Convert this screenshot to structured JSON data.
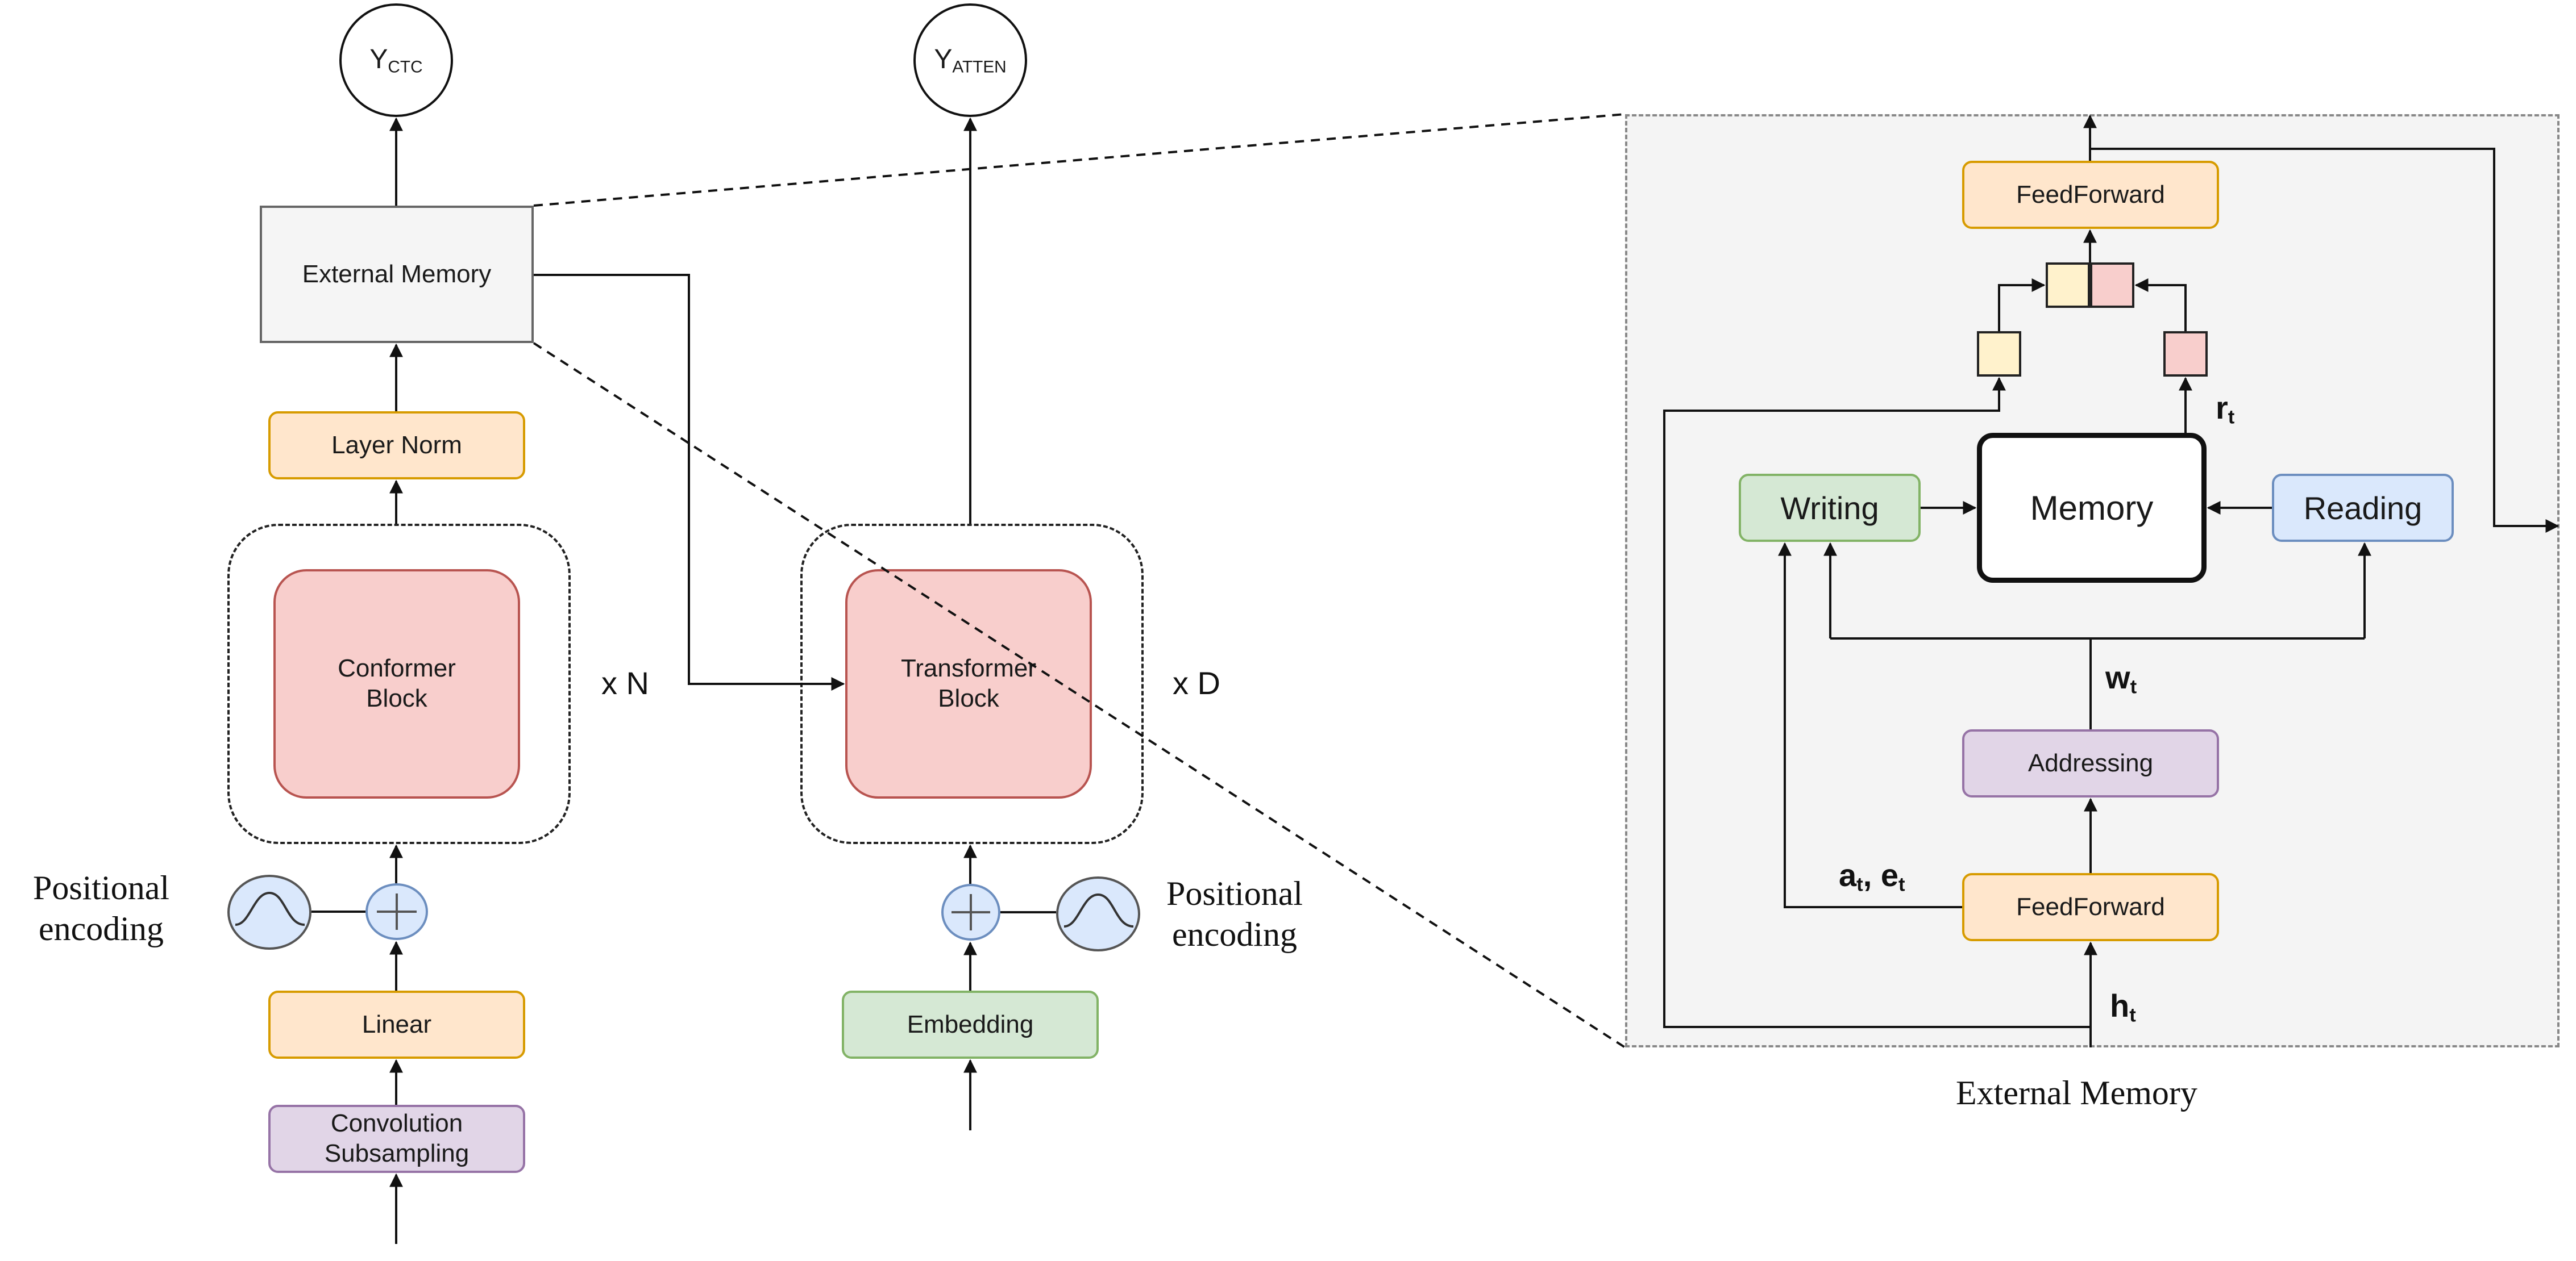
{
  "outputs": {
    "ctc": {
      "base": "Y",
      "sub": "CTC"
    },
    "atten": {
      "base": "Y",
      "sub": "ATTEN"
    }
  },
  "encoder": {
    "external_memory": "External Memory",
    "layer_norm": "Layer Norm",
    "conformer_block": [
      "Conformer",
      "Block"
    ],
    "repeat": "x N",
    "positional_encoding": [
      "Positional",
      "encoding"
    ],
    "linear": "Linear",
    "conv_subsampling": [
      "Convolution",
      "Subsampling"
    ]
  },
  "decoder": {
    "transformer_block": [
      "Transformer",
      "Block"
    ],
    "repeat": "x D",
    "positional_encoding": [
      "Positional",
      "encoding"
    ],
    "embedding": "Embedding"
  },
  "memory_detail": {
    "caption": "External Memory",
    "feedforward_top": "FeedForward",
    "feedforward_bottom": "FeedForward",
    "writing": "Writing",
    "memory": "Memory",
    "reading": "Reading",
    "addressing": "Addressing",
    "r_label": {
      "base": "r",
      "sub": "t"
    },
    "w_label": {
      "base": "w",
      "sub": "t"
    },
    "h_label": {
      "base": "h",
      "sub": "t"
    },
    "ae_label": {
      "a": "a",
      "a_sub": "t",
      "sep": ", ",
      "e": "e",
      "e_sub": "t"
    }
  },
  "colors": {
    "orange_fill": "#ffe6cc",
    "orange_stroke": "#d79b00",
    "purple_fill": "#e1d5e7",
    "purple_stroke": "#9673a6",
    "green_fill": "#d5e8d4",
    "green_stroke": "#82b366",
    "blue_fill": "#dae8fc",
    "blue_stroke": "#6c8ebf",
    "red_fill": "#f8cecc",
    "red_stroke": "#b85450",
    "yellow_fill": "#fff2cc"
  },
  "icons": [
    "sine-wave-icon",
    "plus-circle-icon"
  ]
}
